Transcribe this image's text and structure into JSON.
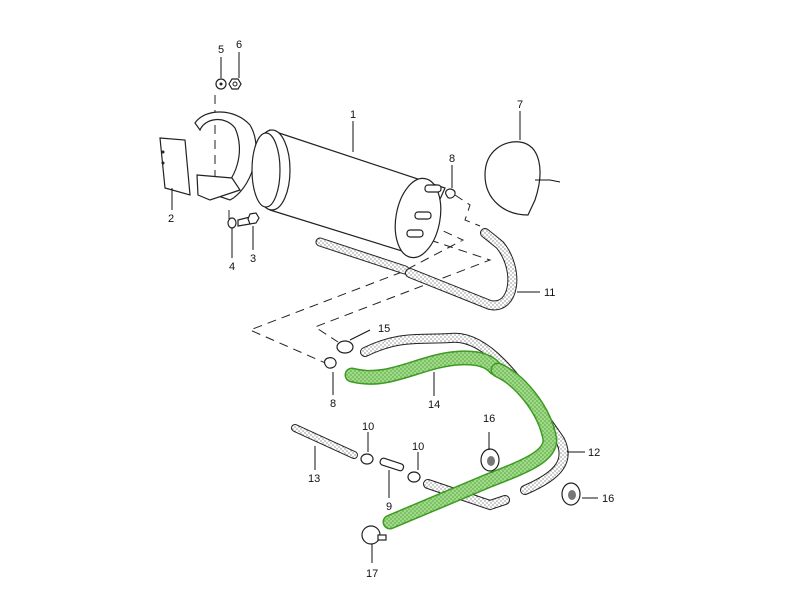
{
  "diagram": {
    "highlight_color": "#5bbf3a",
    "highlighted_part": "14",
    "labels": {
      "p1": "1",
      "p2": "2",
      "p3": "3",
      "p4": "4",
      "p5": "5",
      "p6": "6",
      "p7": "7",
      "p8a": "8",
      "p8b": "8",
      "p9": "9",
      "p10a": "10",
      "p10b": "10",
      "p11": "11",
      "p12": "12",
      "p13": "13",
      "p14": "14",
      "p15": "15",
      "p16a": "16",
      "p16b": "16",
      "p17": "17"
    }
  }
}
